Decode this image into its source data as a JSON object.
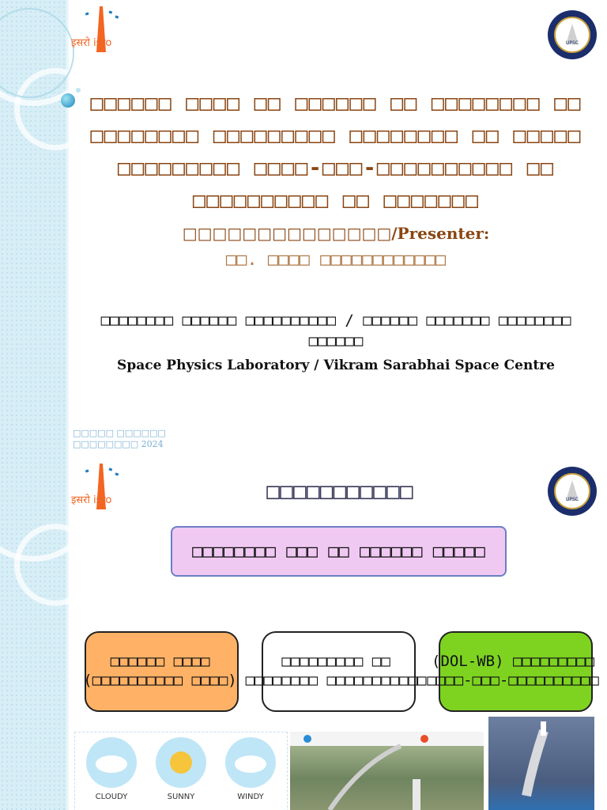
{
  "slide1": {
    "title_lines": [
      "□□□□□□ □□□□ □□ □□□□□□ □□ □□□□□□□□ □□",
      "□□□□□□□□ □□□□□□□□□ □□□□□□□□ □□ □□□□□",
      "□□□□□□□□□ □□□□-□□□-□□□□□□□□□□ □□",
      "□□□□□□□□□□ □□ □□□□□□□"
    ],
    "presenter_label": "□□□□□□□□□□□□□□/Presenter:",
    "presenter_name": "□□. □□□□ □□□□□□□□□□□□",
    "org_hindi": "□□□□□□□□ □□□□□□ □□□□□□□□□□ / □□□□□□ □□□□□□□ □□□□□□□□ □□□□□□",
    "org_english": "Space Physics Laboratory / Vikram Sarabhai Space Centre",
    "footer_line1": "□□□□□ □□□□□□",
    "footer_line2": "□□□□□□□□ 2024",
    "logo_text": "इसरो isro"
  },
  "slide2": {
    "heading": "□□□□□□□□□□□",
    "topic": "□□□□□□□□ □□□ □□ □□□□□□ □□□□□",
    "boxes": [
      {
        "line1": "□□□□□□ □□□□",
        "line2": "(□□□□□□□□□□ □□□□)",
        "color": "#ffb266"
      },
      {
        "line1": "□□□□□□□□□ □□",
        "line2": "□□□□□□□□ □□□□□□□□□□□",
        "color": "#ffffff"
      },
      {
        "line1": "(DOL-WB) □□□□□□□□□",
        "line2": "□□□□-□□□-□□□□□□□□□□",
        "color": "#7ed321"
      }
    ],
    "weather_labels": [
      "CLOUDY",
      "SUNNY",
      "WINDY"
    ],
    "logo_text": "इसरो isro"
  },
  "colors": {
    "title": "#8a4613",
    "strip": "#d7eef6",
    "topic_fill": "#f0c9f3"
  }
}
